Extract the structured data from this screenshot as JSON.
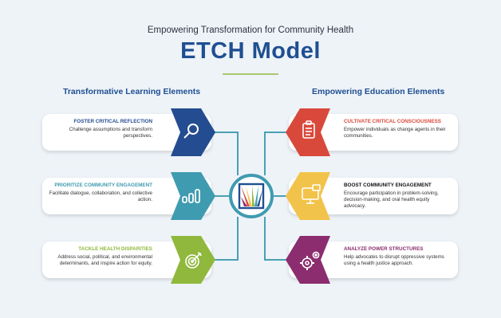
{
  "header": {
    "subtitle": "Empowering Transformation for Community Health",
    "title": "ETCH Model"
  },
  "left_column": {
    "heading": "Transformative Learning Elements",
    "items": [
      {
        "title": "FOSTER CRITICAL REFLECTION",
        "text": "Challenge assumptions and transform perspectives.",
        "color": "#244c90",
        "icon": "magnifier-icon"
      },
      {
        "title": "PRIORITIZE COMMUNITY ENGAGEMENT",
        "text": "Facilitate dialogue, collaboration, and collective action.",
        "color": "#3f9bb0",
        "icon": "bar-chart-icon"
      },
      {
        "title": "TACKLE HEALTH DISPARITIES",
        "text": "Address social, political, and environmental determinants, and inspire action for equity.",
        "color": "#8fb83d",
        "icon": "target-icon"
      }
    ]
  },
  "right_column": {
    "heading": "Empowering Education Elements",
    "items": [
      {
        "title": "CULTIVATE CRITICAL CONSCIOUSNESS",
        "text": "Empower individuals as change agents in their communities.",
        "color": "#d9493b",
        "icon": "clipboard-icon"
      },
      {
        "title": "BOOST COMMUNITY ENGAGEMENT",
        "text": "Encourage participation in problem-solving, decision-making, and oral health equity advocacy.",
        "color": "#f2c34a",
        "icon": "monitor-icon"
      },
      {
        "title": "ANALYZE POWER STRUCTURES",
        "text": "Help advocates to disrupt oppressive systems using a health justice approach.",
        "color": "#8b2d6e",
        "icon": "gears-icon"
      }
    ]
  },
  "hub": {
    "icon": "etch-logo-icon"
  }
}
